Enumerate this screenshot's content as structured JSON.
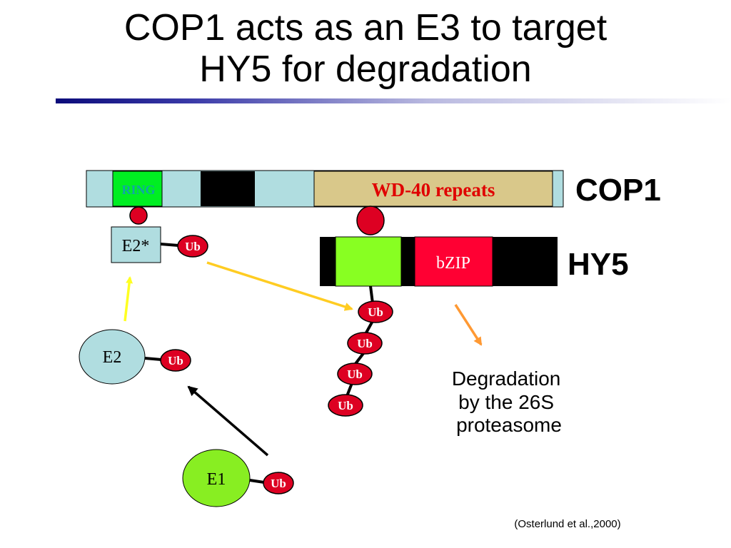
{
  "title": {
    "line1": "COP1 acts as an E3 to target",
    "line2": "HY5 for degradation"
  },
  "cop1": {
    "label": "COP1",
    "ring_label": "RING",
    "wd40_label": "WD-40 repeats"
  },
  "hy5": {
    "label": "HY5",
    "bzip_label": "bZIP"
  },
  "enzymes": {
    "e2star": "E2*",
    "e2": "E2",
    "e1": "E1"
  },
  "ubiquitin_label": "Ub",
  "degradation_text": [
    "Degradation",
    "by the 26S",
    "proteasome"
  ],
  "citation": "(Osterlund et al.,2000)",
  "colors": {
    "light_blue": "#b0dde0",
    "ring_green": "#00ee22",
    "ring_text": "#11a6a6",
    "wd40_fill": "#d9c88a",
    "wd40_text": "#e00000",
    "hy5_green": "#88ff22",
    "bzip_red": "#ff0033",
    "ub_red": "#dd0022",
    "e1_green": "#88ee22",
    "arrow_yellow": "#ffff22",
    "arrow_gold": "#ffcc22",
    "arrow_orange": "#ff9933"
  }
}
